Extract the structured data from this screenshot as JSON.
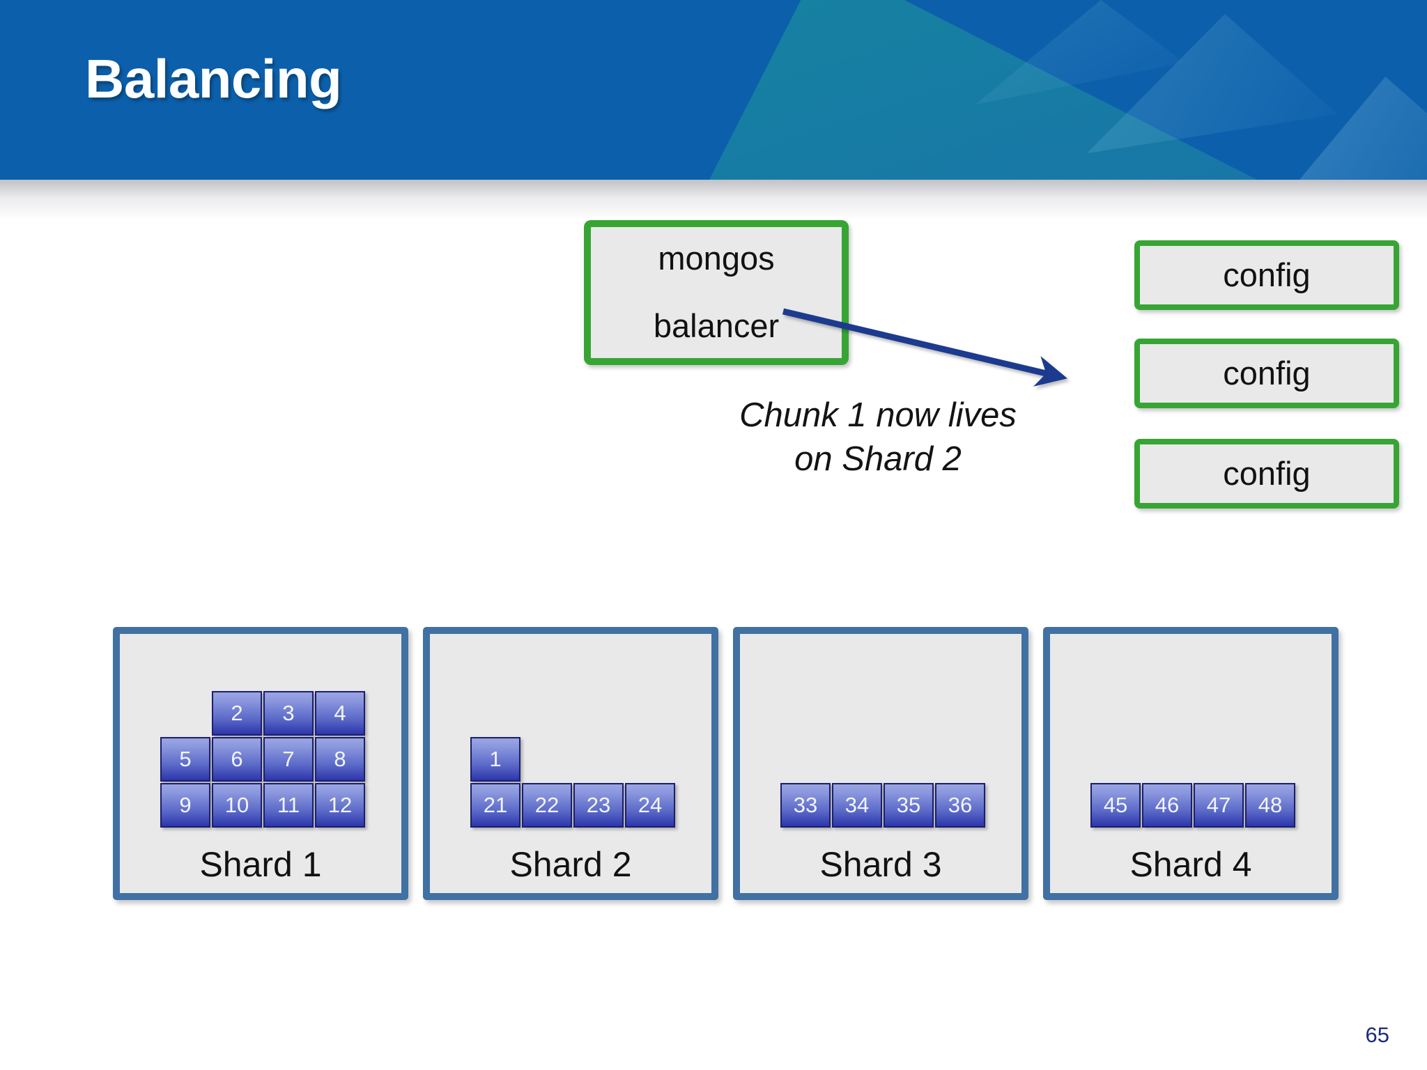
{
  "slide": {
    "title": "Balancing",
    "page_number": "65",
    "colors": {
      "header_blue": "#0c60ab",
      "header_teal": "#1784a0",
      "green_border": "#37a534",
      "panel_blue": "#4071a2",
      "chunk_top": "#9aa5e3",
      "chunk_bottom": "#2c36ab",
      "arrow_navy": "#1b3a8f",
      "page_number_navy": "#1e2a7a",
      "box_fill": "#e9e9e9"
    }
  },
  "router": {
    "lines": [
      "mongos",
      "balancer"
    ]
  },
  "config_servers": [
    {
      "label": "config"
    },
    {
      "label": "config"
    },
    {
      "label": "config"
    }
  ],
  "annotation": {
    "caption_line_1": "Chunk 1 now lives",
    "caption_line_2": "on Shard 2",
    "arrow_from": "balancer",
    "arrow_to": "config"
  },
  "shards": [
    {
      "label": "Shard 1",
      "rows": [
        {
          "indent": 1,
          "chunks": [
            "2",
            "3",
            "4"
          ]
        },
        {
          "indent": 0,
          "chunks": [
            "5",
            "6",
            "7",
            "8"
          ]
        },
        {
          "indent": 0,
          "chunks": [
            "9",
            "10",
            "11",
            "12"
          ]
        }
      ]
    },
    {
      "label": "Shard 2",
      "rows": [
        {
          "indent": 0,
          "chunks": [
            "1"
          ]
        },
        {
          "indent": 0,
          "chunks": [
            "21",
            "22",
            "23",
            "24"
          ]
        }
      ]
    },
    {
      "label": "Shard 3",
      "rows": [
        {
          "indent": 0,
          "chunks": [
            "33",
            "34",
            "35",
            "36"
          ]
        }
      ]
    },
    {
      "label": "Shard 4",
      "rows": [
        {
          "indent": 0,
          "chunks": [
            "45",
            "46",
            "47",
            "48"
          ]
        }
      ]
    }
  ]
}
